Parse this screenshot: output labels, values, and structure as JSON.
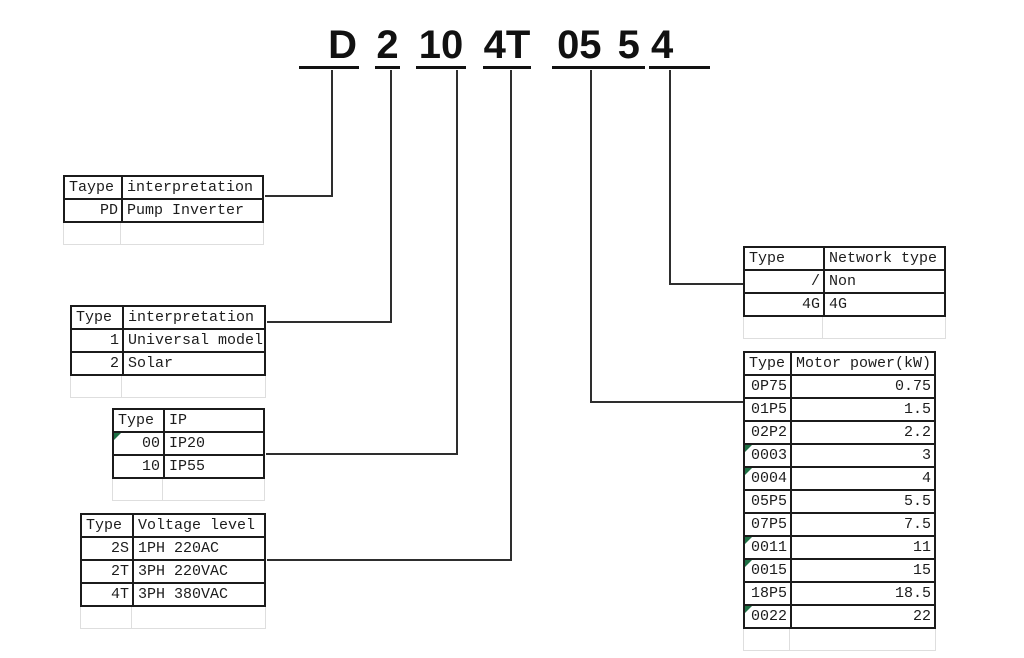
{
  "code": {
    "full": "D 2 10 4T 05 5 4",
    "segments": [
      "D",
      "2",
      "10",
      "4T",
      "05 5",
      "4"
    ]
  },
  "colors": {
    "marker_green": "#1e7044",
    "line": "#2e2e2e"
  },
  "marker": {
    "shape": "corner-triangle",
    "color": "#1e7044"
  },
  "tables": {
    "pd": {
      "headers": [
        "Taype",
        "interpretation"
      ],
      "rows": [
        [
          "PD",
          "Pump Inverter"
        ]
      ],
      "marked_rows": []
    },
    "model": {
      "headers": [
        "Type",
        "interpretation"
      ],
      "rows": [
        [
          "1",
          "Universal model"
        ],
        [
          "2",
          "Solar"
        ]
      ],
      "marked_rows": []
    },
    "ip": {
      "headers": [
        "Type",
        "IP"
      ],
      "rows": [
        [
          "00",
          "IP20"
        ],
        [
          "10",
          "IP55"
        ]
      ],
      "marked_rows": [
        0
      ]
    },
    "voltage": {
      "headers": [
        "Type",
        "Voltage level"
      ],
      "rows": [
        [
          "2S",
          "1PH 220AC"
        ],
        [
          "2T",
          "3PH 220VAC"
        ],
        [
          "4T",
          "3PH 380VAC"
        ]
      ],
      "marked_rows": []
    },
    "network": {
      "headers": [
        "Type",
        "Network type"
      ],
      "rows": [
        [
          "/",
          "Non"
        ],
        [
          "4G",
          "4G"
        ]
      ],
      "marked_rows": []
    },
    "motor": {
      "headers": [
        "Type",
        "Motor power(kW)"
      ],
      "rows": [
        [
          "0P75",
          "0.75"
        ],
        [
          "01P5",
          "1.5"
        ],
        [
          "02P2",
          "2.2"
        ],
        [
          "0003",
          "3"
        ],
        [
          "0004",
          "4"
        ],
        [
          "05P5",
          "5.5"
        ],
        [
          "07P5",
          "7.5"
        ],
        [
          "0011",
          "11"
        ],
        [
          "0015",
          "15"
        ],
        [
          "18P5",
          "18.5"
        ],
        [
          "0022",
          "22"
        ]
      ],
      "marked_rows": [
        3,
        4,
        7,
        8,
        10
      ]
    }
  }
}
